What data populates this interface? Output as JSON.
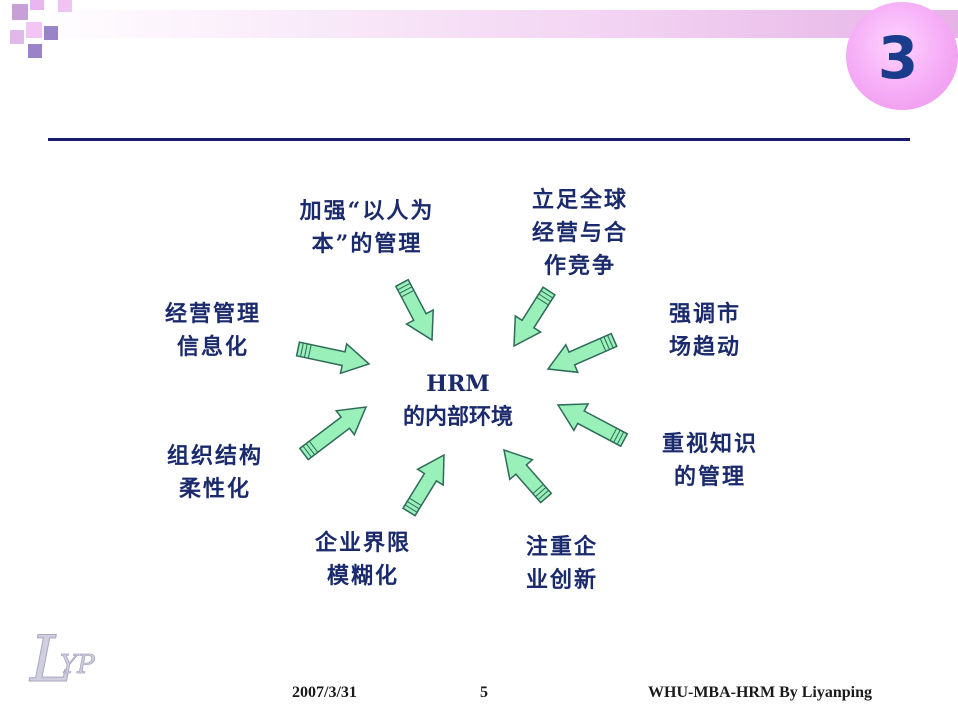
{
  "slide": {
    "number_badge": "3",
    "accent_color": "#e6b3e6",
    "title_rule_color": "#1a1a6e",
    "text_color": "#1a2a6c",
    "arrow_fill": "#99f0b8",
    "arrow_stroke": "#2f6b5a"
  },
  "diagram": {
    "center": {
      "line1": "HRM",
      "line2": "的内部环境"
    },
    "factors": [
      {
        "id": "people",
        "lines": [
          "加强“以人为",
          "本”的管理"
        ]
      },
      {
        "id": "global",
        "lines": [
          "立足全球",
          "经营与合",
          "作竞争"
        ]
      },
      {
        "id": "info",
        "lines": [
          "经营管理",
          "信息化"
        ]
      },
      {
        "id": "market",
        "lines": [
          "强调市",
          "场趋动"
        ]
      },
      {
        "id": "knowledge",
        "lines": [
          "重视知识",
          "的管理"
        ]
      },
      {
        "id": "org",
        "lines": [
          "组织结构",
          "柔性化"
        ]
      },
      {
        "id": "boundary",
        "lines": [
          "企业界限",
          "模糊化"
        ]
      },
      {
        "id": "innovation",
        "lines": [
          "注重企",
          "业创新"
        ]
      }
    ]
  },
  "footer": {
    "date": "2007/3/31",
    "page": "5",
    "credit": "WHU-MBA-HRM By Liyanping"
  },
  "logo": {
    "text": "LYP",
    "icon": "lyp-logo-icon"
  }
}
